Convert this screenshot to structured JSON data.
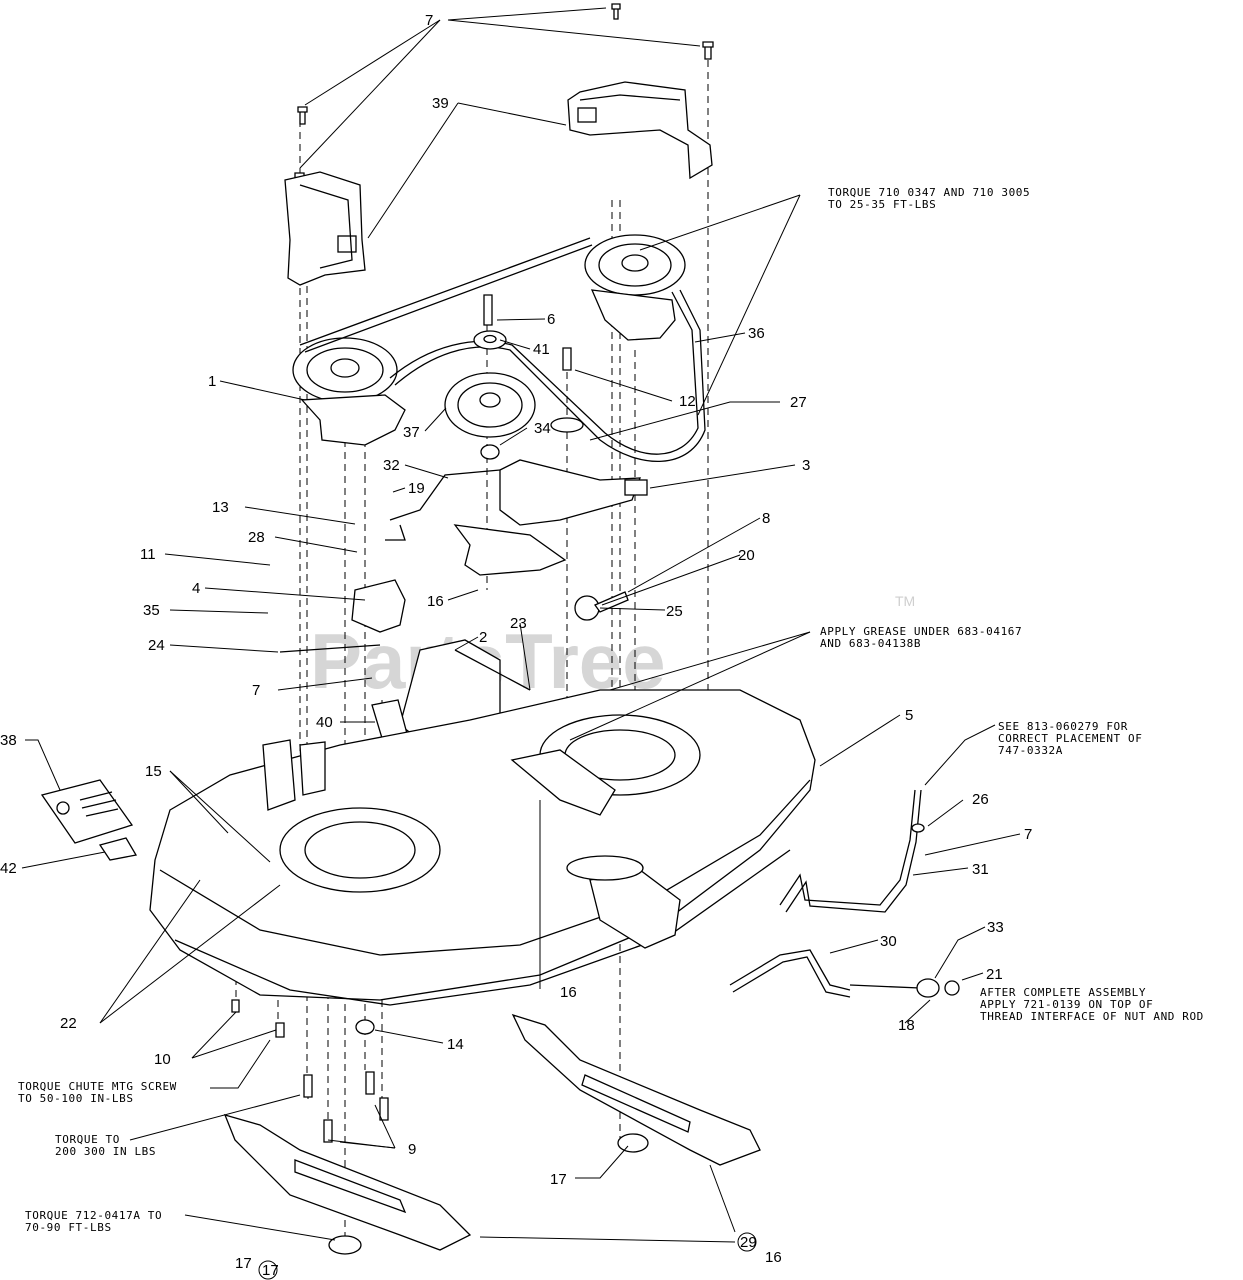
{
  "watermark": {
    "text": "PartsTree",
    "trademark": "TM"
  },
  "callouts": [
    {
      "id": "c7a",
      "label": "7"
    },
    {
      "id": "c39",
      "label": "39"
    },
    {
      "id": "c6",
      "label": "6"
    },
    {
      "id": "c41",
      "label": "41"
    },
    {
      "id": "c36",
      "label": "36"
    },
    {
      "id": "c1",
      "label": "1"
    },
    {
      "id": "c12",
      "label": "12"
    },
    {
      "id": "c27",
      "label": "27"
    },
    {
      "id": "c37",
      "label": "37"
    },
    {
      "id": "c34",
      "label": "34"
    },
    {
      "id": "c3",
      "label": "3"
    },
    {
      "id": "c32",
      "label": "32"
    },
    {
      "id": "c19",
      "label": "19"
    },
    {
      "id": "c13",
      "label": "13"
    },
    {
      "id": "c8",
      "label": "8"
    },
    {
      "id": "c28",
      "label": "28"
    },
    {
      "id": "c20",
      "label": "20"
    },
    {
      "id": "c11",
      "label": "11"
    },
    {
      "id": "c4",
      "label": "4"
    },
    {
      "id": "c16a",
      "label": "16"
    },
    {
      "id": "c25",
      "label": "25"
    },
    {
      "id": "c35",
      "label": "35"
    },
    {
      "id": "c2",
      "label": "2"
    },
    {
      "id": "c23",
      "label": "23"
    },
    {
      "id": "c24",
      "label": "24"
    },
    {
      "id": "c7b",
      "label": "7"
    },
    {
      "id": "c40",
      "label": "40"
    },
    {
      "id": "c5",
      "label": "5"
    },
    {
      "id": "c38",
      "label": "38"
    },
    {
      "id": "c15",
      "label": "15"
    },
    {
      "id": "c26",
      "label": "26"
    },
    {
      "id": "c42",
      "label": "42"
    },
    {
      "id": "c7c",
      "label": "7"
    },
    {
      "id": "c31",
      "label": "31"
    },
    {
      "id": "c30",
      "label": "30"
    },
    {
      "id": "c33",
      "label": "33"
    },
    {
      "id": "c16b",
      "label": "16"
    },
    {
      "id": "c21",
      "label": "21"
    },
    {
      "id": "c22",
      "label": "22"
    },
    {
      "id": "c18",
      "label": "18"
    },
    {
      "id": "c10",
      "label": "10"
    },
    {
      "id": "c14",
      "label": "14"
    },
    {
      "id": "c9",
      "label": "9"
    },
    {
      "id": "c17a",
      "label": "17"
    },
    {
      "id": "c17b",
      "label": "17"
    },
    {
      "id": "c29",
      "label": "29"
    },
    {
      "id": "c17c",
      "label": "17"
    },
    {
      "id": "c16c",
      "label": "16"
    }
  ],
  "notes": {
    "torque_spindle": [
      "TORQUE 710 0347 AND 710 3005",
      "TO 25-35 FT-LBS"
    ],
    "apply_grease": [
      "APPLY GREASE UNDER 683-04167",
      "AND 683-04138B"
    ],
    "see_placement": [
      "SEE 813-060279 FOR",
      "CORRECT PLACEMENT OF",
      "747-0332A"
    ],
    "after_assembly": [
      "AFTER COMPLETE ASSEMBLY",
      "APPLY 721-0139 ON TOP OF",
      "THREAD INTERFACE OF NUT AND ROD"
    ],
    "torque_chute": [
      "TORQUE CHUTE MTG SCREW",
      "TO 50-100 IN-LBS"
    ],
    "torque_blade_bolts": [
      "TORQUE TO",
      "200 300 IN LBS"
    ],
    "torque_blade_nut": [
      "TORQUE 712-0417A TO",
      "70-90 FT-LBS"
    ]
  }
}
